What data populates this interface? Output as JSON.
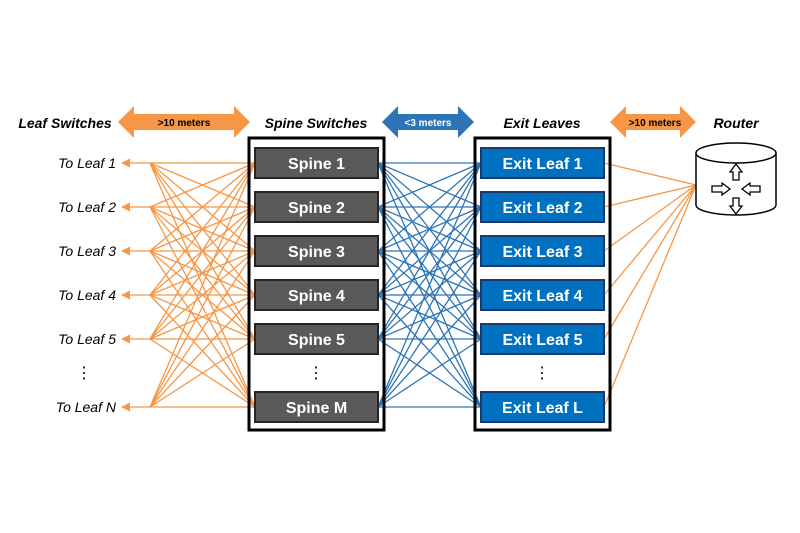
{
  "headers": {
    "leaf": "Leaf Switches",
    "spine": "Spine Switches",
    "exit": "Exit Leaves",
    "router": "Router"
  },
  "distance_arrows": {
    "leaf_to_spine": ">10 meters",
    "spine_to_exit": "<3 meters",
    "exit_to_router": ">10 meters"
  },
  "leaves": [
    "To Leaf 1",
    "To Leaf 2",
    "To Leaf 3",
    "To Leaf 4",
    "To Leaf 5",
    "To Leaf N"
  ],
  "spines": [
    "Spine 1",
    "Spine 2",
    "Spine 3",
    "Spine 4",
    "Spine 5",
    "Spine M"
  ],
  "exit_leaves": [
    "Exit Leaf 1",
    "Exit Leaf 2",
    "Exit Leaf 3",
    "Exit Leaf 4",
    "Exit Leaf 5",
    "Exit Leaf L"
  ],
  "ellipsis": "⋮",
  "router_icon": "router-arrows-icon",
  "colors": {
    "orange": "#f79646",
    "blue": "#2e75b6",
    "spine_fill": "#595959",
    "exit_fill": "#0070c0"
  }
}
